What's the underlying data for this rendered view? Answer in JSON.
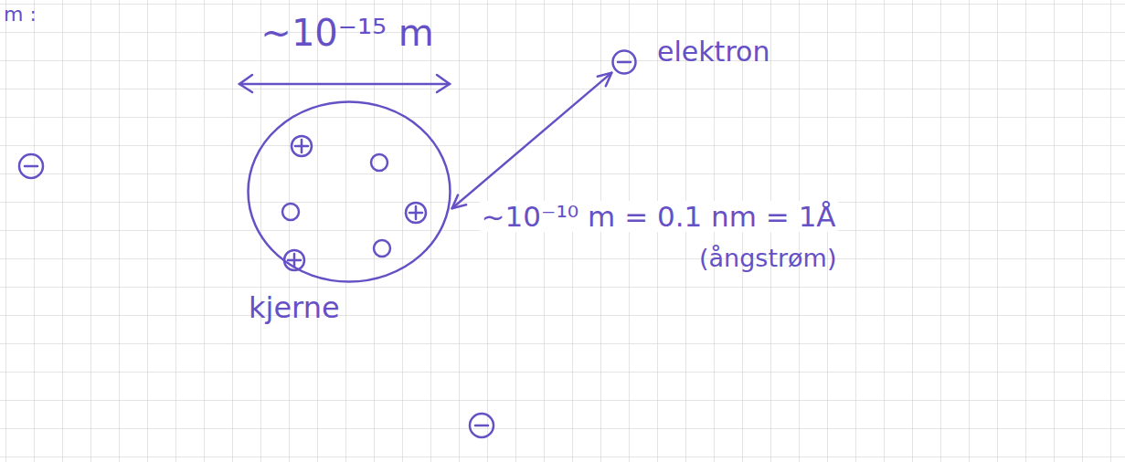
{
  "diagram": {
    "nodes": [
      {
        "text": [
          "kjerne"
        ]
      },
      {
        "text": [
          "elektron"
        ]
      }
    ],
    "edges": [
      {
        "from": 0,
        "to": 1,
        "arrow": "both",
        "label": "~10⁻¹⁰ m = 0.1 nm = 1Å"
      }
    ],
    "labels": [
      "m :",
      "~10⁻¹⁵ m",
      "(ångstrøm)"
    ]
  }
}
